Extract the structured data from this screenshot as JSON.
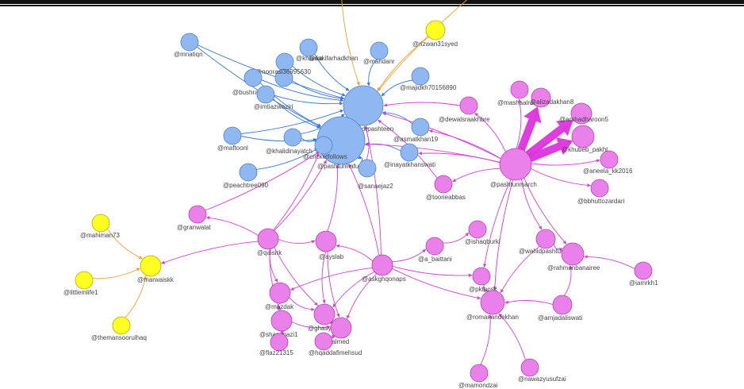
{
  "colors": {
    "blue_node": "#8fb7f2",
    "blue_stroke": "#4d7fd1",
    "blue_edge": "#3a78d8",
    "pink_node": "#ea80ea",
    "pink_stroke": "#b53fb5",
    "pink_edge": "#d63fd6",
    "yellow_node": "#ffff22",
    "yellow_stroke": "#b8a800",
    "orange_edge": "#f0a030"
  },
  "nodes": [
    {
      "id": "manzoorpashteen",
      "label": "@manzoorpashteen",
      "group": "blue"
    },
    {
      "id": "cricketfollows",
      "label": "@cricketfollows",
      "group": "blue"
    },
    {
      "id": "mnatiqn",
      "label": "@mnatiqn",
      "group": "blue"
    },
    {
      "id": "khaaka",
      "label": "@khaaka",
      "group": "blue"
    },
    {
      "id": "sakifarhadkhan",
      "label": "@sakifarhadkhan",
      "group": "blue"
    },
    {
      "id": "mandanr",
      "label": "@mandanr",
      "group": "blue"
    },
    {
      "id": "nooras",
      "label": "@noorasl36995630",
      "group": "blue"
    },
    {
      "id": "bushragoh",
      "label": "@bushragoh",
      "group": "blue"
    },
    {
      "id": "majidkh",
      "label": "@majidkh70156890",
      "group": "blue"
    },
    {
      "id": "imtiazwaziri",
      "label": "@imtiazwaziri",
      "group": "blue"
    },
    {
      "id": "maftoonl",
      "label": "@maftoonl",
      "group": "blue"
    },
    {
      "id": "khalidinayat",
      "label": "@khalidinayatch",
      "group": "blue"
    },
    {
      "id": "asmatkhan19",
      "label": "@asmatkhan19",
      "group": "blue"
    },
    {
      "id": "inayatkhanswati",
      "label": "@inayatkhanswati",
      "group": "blue"
    },
    {
      "id": "pashtunhafuz",
      "label": "@pashtunhafuz",
      "group": "blue"
    },
    {
      "id": "peachtree090",
      "label": "@peachtree090",
      "group": "blue"
    },
    {
      "id": "sanaejaz2",
      "label": "@sanaejaz2",
      "group": "blue"
    },
    {
      "id": "rizwan31syed",
      "label": "@rizwan31syed",
      "group": "yellow"
    },
    {
      "id": "mahiman73",
      "label": "@mahiman73",
      "group": "yellow"
    },
    {
      "id": "marwaiskk",
      "label": "@marwaiskk",
      "group": "yellow"
    },
    {
      "id": "littlemlife1",
      "label": "@littlemlife1",
      "group": "yellow"
    },
    {
      "id": "themansoorulhaq",
      "label": "@themansoorulhaq",
      "group": "yellow"
    },
    {
      "id": "pashtunmarch",
      "label": "@pashtunmarch",
      "group": "pink"
    },
    {
      "id": "mashaalradio",
      "label": "@mashaalradio",
      "group": "pink"
    },
    {
      "id": "alizadakhan8",
      "label": "@alizadakhan8",
      "group": "pink"
    },
    {
      "id": "arshadharoon5",
      "label": "@arshadharoon5",
      "group": "pink"
    },
    {
      "id": "dewalsraakhbre",
      "label": "@dewalsraakhbre",
      "group": "pink"
    },
    {
      "id": "khubeb",
      "label": "@khubeb_pakht",
      "group": "pink"
    },
    {
      "id": "aneela",
      "label": "@aneela_kk2016",
      "group": "pink"
    },
    {
      "id": "bbhuttozardari",
      "label": "@bbhuttozardari",
      "group": "pink"
    },
    {
      "id": "toorieabbas",
      "label": "@toorieabbas",
      "group": "pink"
    },
    {
      "id": "granwalat",
      "label": "@granwalat",
      "group": "pink"
    },
    {
      "id": "qaisirk",
      "label": "@qaisirk",
      "group": "pink"
    },
    {
      "id": "ayslab",
      "label": "@ayslab",
      "group": "pink"
    },
    {
      "id": "ishaqburki",
      "label": "@ishaqburki",
      "group": "pink"
    },
    {
      "id": "a_baittani",
      "label": "@a_baittani",
      "group": "pink"
    },
    {
      "id": "askghqonaps",
      "label": "@askghqonaps",
      "group": "pink"
    },
    {
      "id": "wahidpashtun",
      "label": "@wahidpashtun",
      "group": "pink"
    },
    {
      "id": "rahmanbanairee",
      "label": "@rahmanbanairee",
      "group": "pink"
    },
    {
      "id": "iamrkh1",
      "label": "@iamrkh1",
      "group": "pink"
    },
    {
      "id": "pkthpsk",
      "label": "@pkthpsk",
      "group": "pink"
    },
    {
      "id": "mazdak",
      "label": "@mazdak",
      "group": "pink"
    },
    {
      "id": "ghasyar",
      "label": "@ghasyar",
      "group": "pink"
    },
    {
      "id": "shazegazi1",
      "label": "@shazegazi1",
      "group": "pink"
    },
    {
      "id": "faryalmed",
      "label": "@faryalmed",
      "group": "pink"
    },
    {
      "id": "flaz21315",
      "label": "@flaz21315",
      "group": "pink"
    },
    {
      "id": "hqaddafimehsud",
      "label": "@hqaddafimehsud",
      "group": "pink"
    },
    {
      "id": "romanandekhan",
      "label": "@romanandekhan",
      "group": "pink"
    },
    {
      "id": "amjadaliswati",
      "label": "@amjadaliswati",
      "group": "pink"
    },
    {
      "id": "mamondzai",
      "label": "@mamondzai",
      "group": "pink"
    },
    {
      "id": "nawazyusufzai",
      "label": "@nawazyusufzai",
      "group": "pink"
    }
  ],
  "edges": [
    [
      "mnatiqn",
      "manzoorpashteen",
      "blue"
    ],
    [
      "khaaka",
      "manzoorpashteen",
      "blue"
    ],
    [
      "sakifarhadkhan",
      "manzoorpashteen",
      "blue"
    ],
    [
      "mandanr",
      "manzoorpashteen",
      "blue"
    ],
    [
      "nooras",
      "manzoorpashteen",
      "blue"
    ],
    [
      "bushragoh",
      "manzoorpashteen",
      "blue"
    ],
    [
      "majidkh",
      "manzoorpashteen",
      "blue"
    ],
    [
      "imtiazwaziri",
      "manzoorpashteen",
      "blue"
    ],
    [
      "maftoonl",
      "cricketfollows",
      "blue"
    ],
    [
      "khalidinayat",
      "cricketfollows",
      "blue"
    ],
    [
      "asmatkhan19",
      "manzoorpashteen",
      "blue"
    ],
    [
      "inayatkhanswati",
      "cricketfollows",
      "blue"
    ],
    [
      "peachtree090",
      "cricketfollows",
      "blue"
    ],
    [
      "sanaejaz2",
      "cricketfollows",
      "blue"
    ],
    [
      "pashtunhafuz",
      "cricketfollows",
      "blue"
    ],
    [
      "bushragoh",
      "cricketfollows",
      "blue"
    ],
    [
      "imtiazwaziri",
      "cricketfollows",
      "blue"
    ],
    [
      "khalidinayat",
      "manzoorpashteen",
      "blue"
    ],
    [
      "cricketfollows",
      "manzoorpashteen",
      "blue"
    ],
    [
      "maftoonl",
      "manzoorpashteen",
      "blue"
    ],
    [
      "mnatiqn",
      "cricketfollows",
      "blue"
    ],
    [
      "rizwan31syed",
      "manzoorpashteen",
      "orange"
    ],
    [
      "top1",
      "manzoorpashteen",
      "orange"
    ],
    [
      "top2",
      "manzoorpashteen",
      "orange"
    ],
    [
      "mahiman73",
      "marwaiskk",
      "orange"
    ],
    [
      "littlemlife1",
      "marwaiskk",
      "orange"
    ],
    [
      "themansoorulhaq",
      "marwaiskk",
      "orange"
    ],
    [
      "pashtunmarch",
      "manzoorpashteen",
      "pink"
    ],
    [
      "pashtunmarch",
      "cricketfollows",
      "pink"
    ],
    [
      "pashtunmarch",
      "mashaalradio",
      "pink"
    ],
    [
      "pashtunmarch",
      "alizadakhan8",
      "pink"
    ],
    [
      "pashtunmarch",
      "arshadharoon5",
      "pink"
    ],
    [
      "pashtunmarch",
      "dewalsraakhbre",
      "pink"
    ],
    [
      "pashtunmarch",
      "khubeb",
      "pink"
    ],
    [
      "pashtunmarch",
      "aneela",
      "pink"
    ],
    [
      "pashtunmarch",
      "bbhuttozardari",
      "pink"
    ],
    [
      "pashtunmarch",
      "toorieabbas",
      "pink"
    ],
    [
      "pashtunmarch",
      "inayatkhanswati",
      "pink"
    ],
    [
      "pashtunmarch",
      "wahidpashtun",
      "pink"
    ],
    [
      "pashtunmarch",
      "rahmanbanairee",
      "pink"
    ],
    [
      "pashtunmarch",
      "romanandekhan",
      "pink"
    ],
    [
      "pashtunmarch",
      "pkthpsk",
      "pink"
    ],
    [
      "pashtunmarch",
      "asmatkhan19",
      "pink"
    ],
    [
      "qaisirk",
      "granwalat",
      "pink"
    ],
    [
      "qaisirk",
      "marwaiskk",
      "pink"
    ],
    [
      "qaisirk",
      "cricketfollows",
      "pink"
    ],
    [
      "qaisirk",
      "mazdak",
      "pink"
    ],
    [
      "qaisirk",
      "ghasyar",
      "pink"
    ],
    [
      "qaisirk",
      "ayslab",
      "pink"
    ],
    [
      "qaisirk",
      "shazegazi1",
      "pink"
    ],
    [
      "askghqonaps",
      "ayslab",
      "pink"
    ],
    [
      "askghqonaps",
      "a_baittani",
      "pink"
    ],
    [
      "askghqonaps",
      "cricketfollows",
      "pink"
    ],
    [
      "askghqonaps",
      "mazdak",
      "pink"
    ],
    [
      "askghqonaps",
      "ghasyar",
      "pink"
    ],
    [
      "askghqonaps",
      "faryalmed",
      "pink"
    ],
    [
      "askghqonaps",
      "romanandekhan",
      "pink"
    ],
    [
      "askghqonaps",
      "pkthpsk",
      "pink"
    ],
    [
      "askghqonaps",
      "manzoorpashteen",
      "pink"
    ],
    [
      "ayslab",
      "cricketfollows",
      "pink"
    ],
    [
      "ayslab",
      "ghasyar",
      "pink"
    ],
    [
      "ayslab",
      "faryalmed",
      "pink"
    ],
    [
      "mazdak",
      "ghasyar",
      "pink"
    ],
    [
      "mazdak",
      "shazegazi1",
      "pink"
    ],
    [
      "ghasyar",
      "faryalmed",
      "pink"
    ],
    [
      "shazegazi1",
      "faryalmed",
      "pink"
    ],
    [
      "flaz21315",
      "shazegazi1",
      "pink"
    ],
    [
      "hqaddafimehsud",
      "faryalmed",
      "pink"
    ],
    [
      "iamrkh1",
      "rahmanbanairee",
      "pink"
    ],
    [
      "wahidpashtun",
      "rahmanbanairee",
      "pink"
    ],
    [
      "amjadaliswati",
      "rahmanbanairee",
      "pink"
    ],
    [
      "amjadaliswati",
      "romanandekhan",
      "pink"
    ],
    [
      "mamondzai",
      "romanandekhan",
      "pink"
    ],
    [
      "nawazyusufzai",
      "romanandekhan",
      "pink"
    ],
    [
      "pkthpsk",
      "romanandekhan",
      "pink"
    ],
    [
      "a_baittani",
      "ishaqburki",
      "pink"
    ],
    [
      "wahidpashtun",
      "romanandekhan",
      "pink"
    ],
    [
      "dewalsraakhbre",
      "manzoorpashteen",
      "pink"
    ],
    [
      "toorieabbas",
      "manzoorpashteen",
      "pink"
    ],
    [
      "sanaejaz2",
      "manzoorpashteen",
      "pink"
    ],
    [
      "granwalat",
      "cricketfollows",
      "pink"
    ],
    [
      "qaisirk",
      "pashtunhafuz",
      "pink"
    ]
  ]
}
